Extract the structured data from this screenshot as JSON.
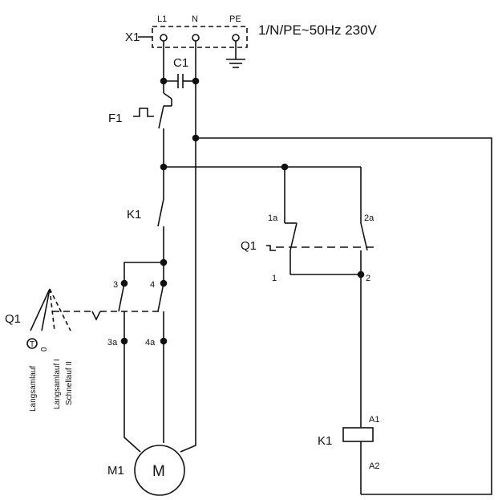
{
  "terminal": {
    "name": "X1",
    "l1": "L1",
    "n": "N",
    "pe": "PE",
    "supply": "1/N/PE~50Hz 230V"
  },
  "components": {
    "c1": "C1",
    "f1": "F1",
    "k1_contact": "K1",
    "q1_switch": "Q1",
    "q1_selector": "Q1",
    "k1_coil": "K1",
    "m1": "M1",
    "motor": "M"
  },
  "contacts": {
    "c3": "3",
    "c4": "4",
    "c3a": "3a",
    "c4a": "4a",
    "q1_1a": "1a",
    "q1_2a": "2a",
    "q1_1": "1",
    "q1_2": "2",
    "coil_a1": "A1",
    "coil_a2": "A2"
  },
  "selector_positions": {
    "pos_t": "Langsamlauf",
    "pos_t_symbol": "T",
    "pos_0": "0",
    "pos_1": "Langsamlauf I",
    "pos_2": "Schnellauf II"
  }
}
